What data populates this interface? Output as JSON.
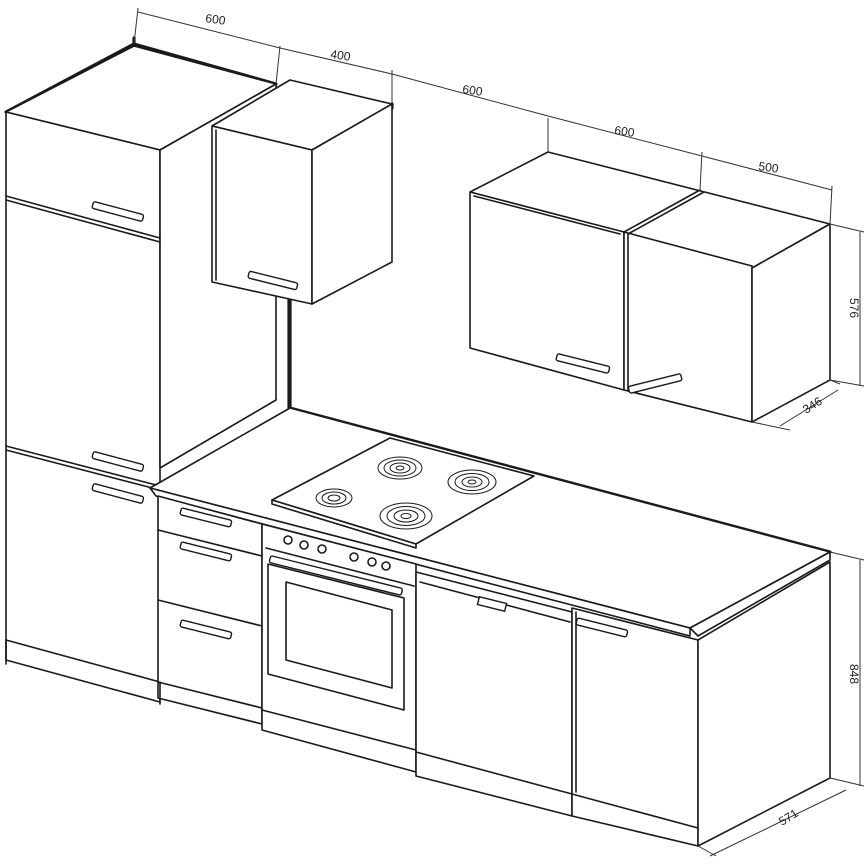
{
  "dimensions": {
    "tall_cabinet_width": "600",
    "corner_wall_cabinet_width": "400",
    "wall_gap_width": "600",
    "wall_cabinet_a_width": "600",
    "wall_cabinet_b_width": "500",
    "wall_cabinet_height": "576",
    "wall_cabinet_depth": "346",
    "base_height": "848",
    "base_depth": "571"
  },
  "colors": {
    "line": "#1a1a1a",
    "background": "#ffffff"
  },
  "icons": [
    "hob-burner-icon",
    "oven-knob-icon",
    "cabinet-handle-icon"
  ]
}
